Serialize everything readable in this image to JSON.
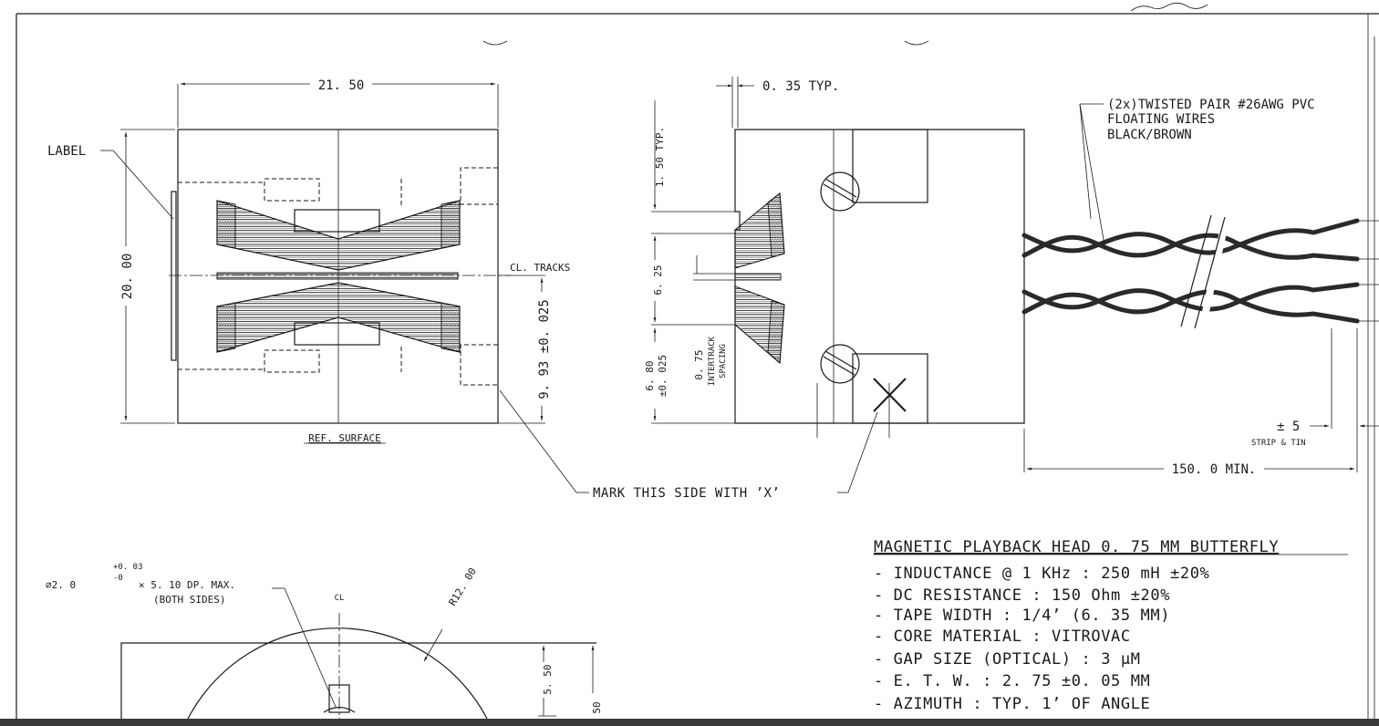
{
  "front_view": {
    "width_dim": "21. 50",
    "height_dim": "20. 00",
    "label_callout": "LABEL",
    "cl_tracks": "CL. TRACKS",
    "offset_dim": "9. 93 ±0. 025",
    "ref_surface": "REF. SURFACE"
  },
  "side_view": {
    "typ_dim": "0. 35 TYP.",
    "typ_height": "1. 50 TYP.",
    "dim_625": "6. 25",
    "dim_680_a": "6. 80",
    "dim_680_b": "±0. 025",
    "intertrack_a": "0. 75",
    "intertrack_b": "INTERTRACK",
    "intertrack_c": "SPACING"
  },
  "mark_note": "MARK THIS SIDE WITH ’X’",
  "wires": {
    "line1": "(2x)TWISTED PAIR #26AWG PVC",
    "line2": "FLOATING WIRES",
    "line3": "BLACK/BROWN",
    "strip_value": "± 5",
    "strip_label": "STRIP & TIN",
    "length_dim": "150. 0 MIN."
  },
  "bottom_view": {
    "hole_dim": "⌀2. 0",
    "tol_plus": "+0. 03",
    "tol_minus": "-0",
    "hole_rest": "× 5. 10 DP. MAX.",
    "both_sides": "(BOTH SIDES)",
    "cl_label": "CL",
    "radius": "R12. 00",
    "dim_550": "5. 50",
    "dim_50": "50"
  },
  "specs": {
    "title": "MAGNETIC PLAYBACK HEAD 0. 75 MM BUTTERFLY",
    "items": [
      "- INDUCTANCE @ 1 KHz :  250 mH ±20%",
      "- DC RESISTANCE :  150 Ohm ±20%",
      "- TAPE WIDTH : 1/4’ (6. 35 MM)",
      "- CORE MATERIAL :  VITROVAC",
      "- GAP SIZE (OPTICAL) :  3 μM",
      "- E. T. W.  :  2. 75 ±0. 05 MM",
      "- AZIMUTH : TYP. 1’  OF ANGLE"
    ]
  }
}
